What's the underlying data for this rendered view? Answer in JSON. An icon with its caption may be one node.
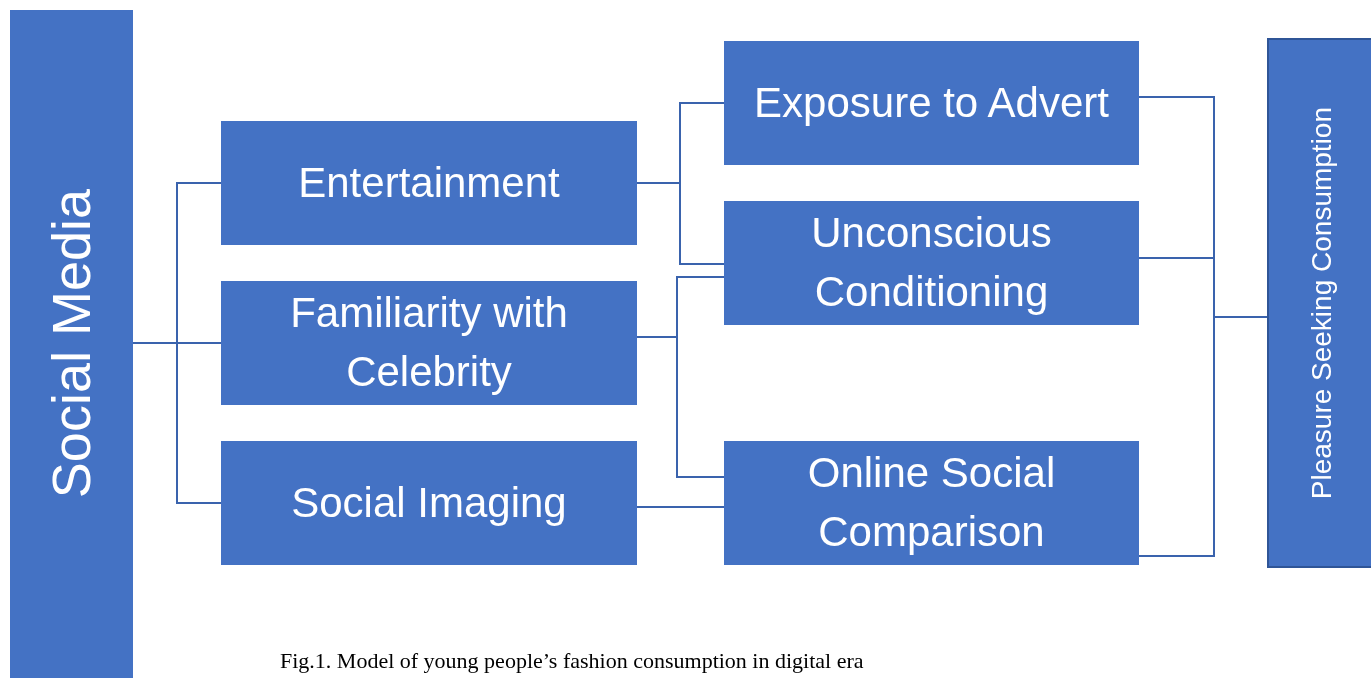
{
  "diagram": {
    "caption": "Fig.1. Model of young people’s fashion consumption in digital era",
    "nodes": [
      {
        "text": [
          "Social Media"
        ]
      },
      {
        "text": [
          "Entertainment"
        ]
      },
      {
        "text": [
          "Familiarity with Celebrity"
        ]
      },
      {
        "text": [
          "Social Imaging"
        ]
      },
      {
        "text": [
          "Exposure to Advert"
        ]
      },
      {
        "text": [
          "Unconscious Conditioning"
        ]
      },
      {
        "text": [
          "Online Social Comparison"
        ]
      },
      {
        "text": [
          "Pleasure Seeking Consumption"
        ]
      }
    ],
    "edges": [
      {
        "from": 0,
        "to": 1,
        "arrow": "none"
      },
      {
        "from": 0,
        "to": 2,
        "arrow": "none"
      },
      {
        "from": 0,
        "to": 3,
        "arrow": "none"
      },
      {
        "from": 1,
        "to": 4,
        "arrow": "none"
      },
      {
        "from": 1,
        "to": 5,
        "arrow": "none"
      },
      {
        "from": 2,
        "to": 5,
        "arrow": "none"
      },
      {
        "from": 2,
        "to": 6,
        "arrow": "none"
      },
      {
        "from": 3,
        "to": 6,
        "arrow": "none"
      },
      {
        "from": 4,
        "to": 7,
        "arrow": "none"
      },
      {
        "from": 5,
        "to": 7,
        "arrow": "none"
      },
      {
        "from": 6,
        "to": 7,
        "arrow": "none"
      }
    ]
  }
}
